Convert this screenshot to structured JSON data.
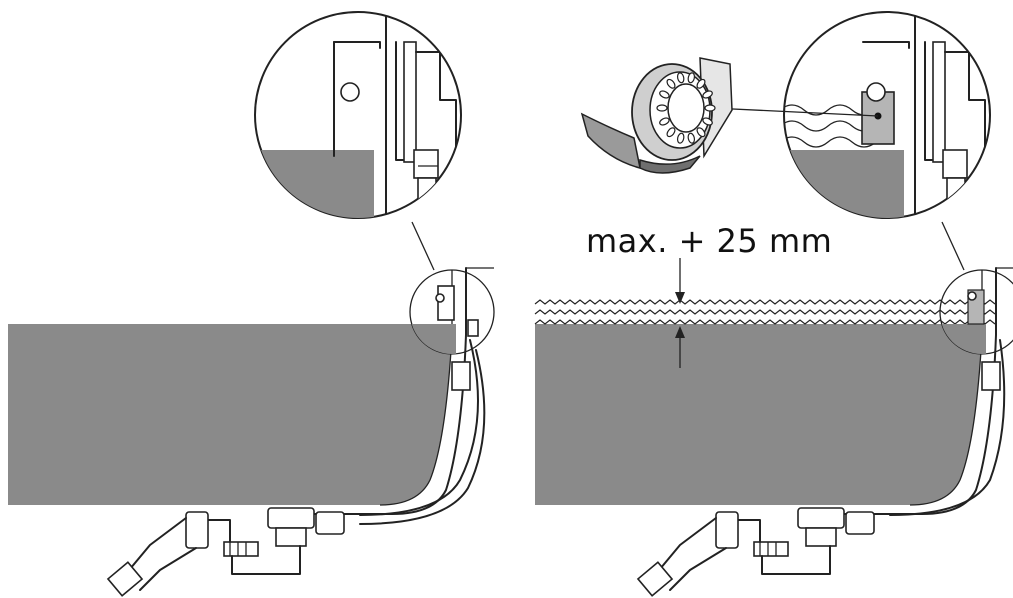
{
  "annotation": {
    "overflow_label": "max. + 25 mm"
  },
  "colors": {
    "water": "#8a8a8a",
    "outline": "#222222",
    "background": "#ffffff"
  },
  "icons": [
    "magnifier-detail-circle",
    "overflow-cover-part",
    "water-wave-line",
    "dimension-arrow"
  ]
}
